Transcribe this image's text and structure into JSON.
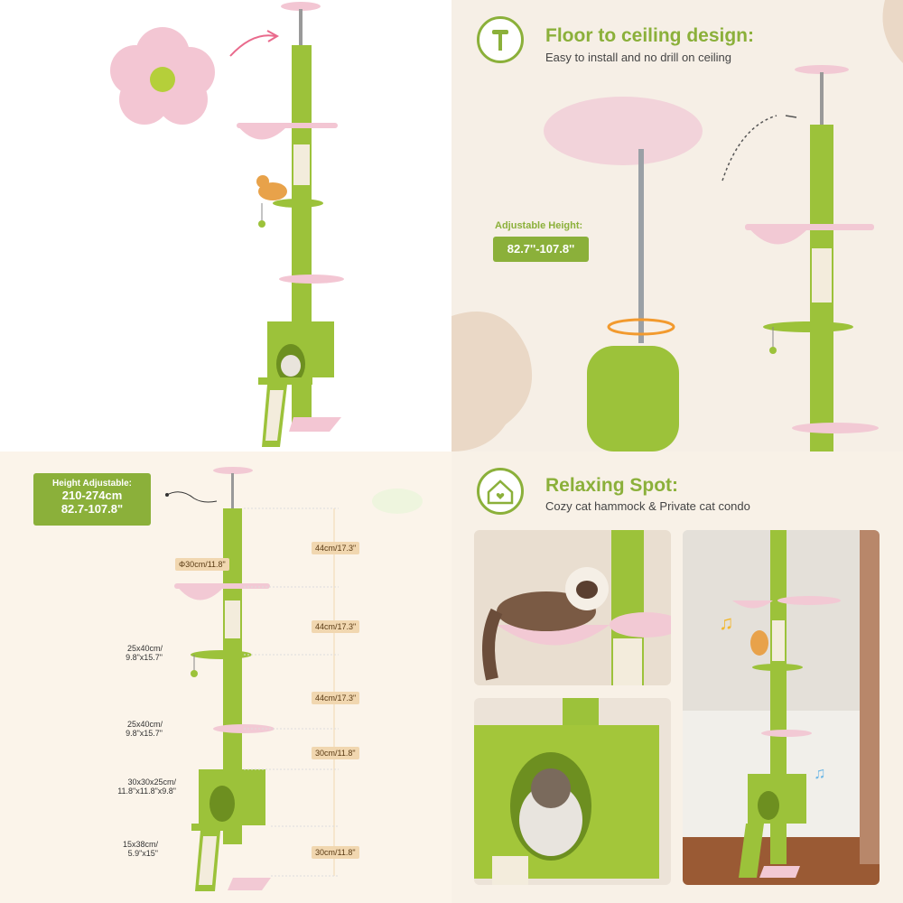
{
  "panel_floor": {
    "title": "Floor to ceiling design:",
    "subtitle": "Easy to install and no drill on ceiling",
    "adjustable_label": "Adjustable Height:",
    "adjustable_value": "82.7''-107.8''"
  },
  "panel_dimensions": {
    "height_label": "Height Adjustable:",
    "height_cm": "210-274cm",
    "height_in": "82.7-107.8\"",
    "hammock_diameter": "Φ30cm/11.8\"",
    "gaps": [
      "44cm/17.3\"",
      "44cm/17.3\"",
      "44cm/17.3\"",
      "30cm/11.8\"",
      "30cm/11.8\""
    ],
    "platform1_size": [
      "25x40cm/",
      "9.8\"x15.7\""
    ],
    "platform2_size": [
      "25x40cm/",
      "9.8\"x15.7\""
    ],
    "condo_size": [
      "30x30x25cm/",
      "11.8\"x11.8\"x9.8\""
    ],
    "ramp_size": [
      "15x38cm/",
      "5.9\"x15\""
    ]
  },
  "panel_relax": {
    "title": "Relaxing Spot:",
    "subtitle": "Cozy cat hammock & Private cat condo"
  },
  "colors": {
    "accent_green": "#8bb03a",
    "post_green": "#9cc23a",
    "pink": "#f2c9d4",
    "tag_tan": "#f1d7b0"
  },
  "icons": [
    "pole-icon",
    "house-heart-icon",
    "music-note-icon"
  ]
}
